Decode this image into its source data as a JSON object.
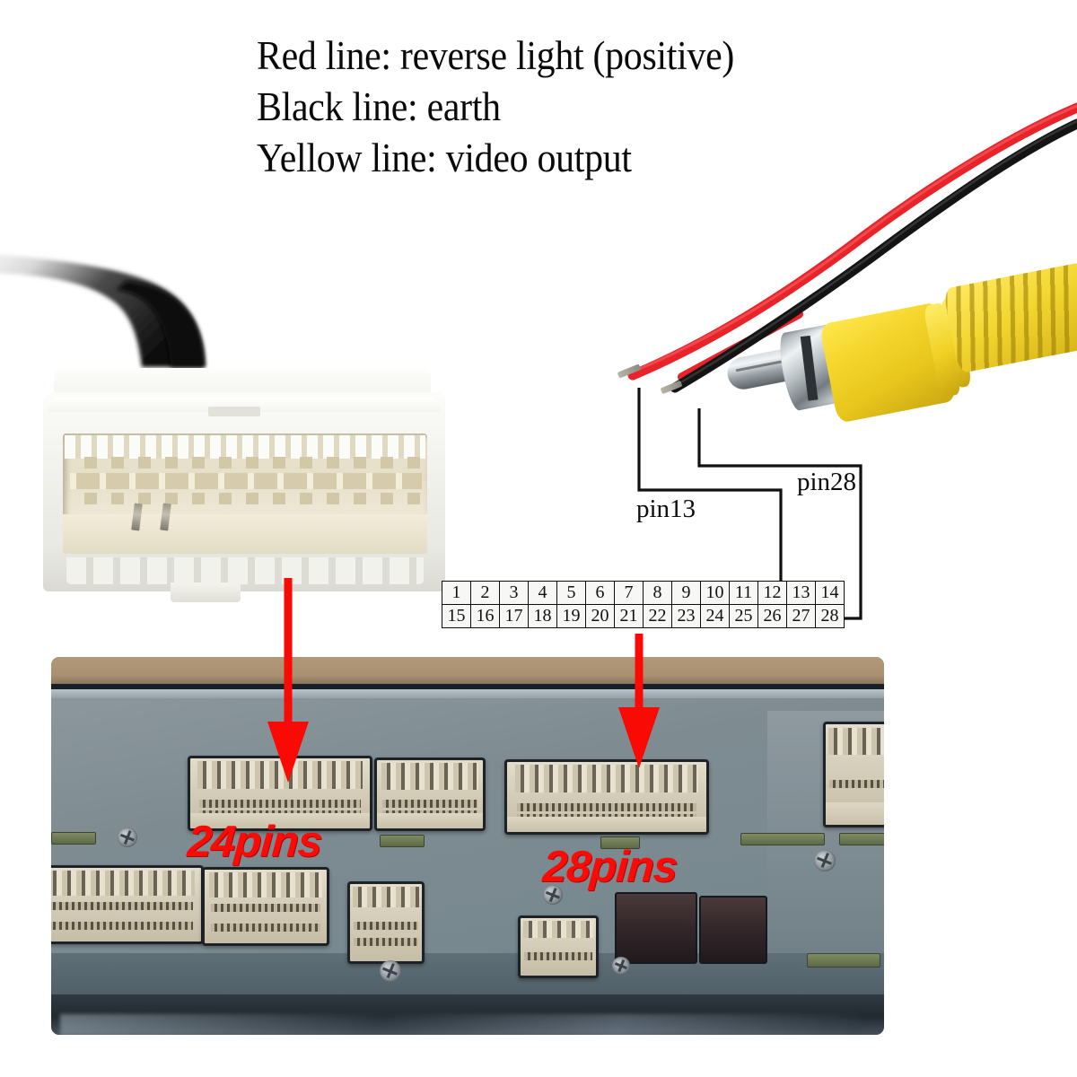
{
  "legend": {
    "lines": [
      "Red line: reverse light (positive)",
      "Black line: earth",
      "Yellow line: video output"
    ]
  },
  "pin_table": {
    "rows": [
      [
        "1",
        "2",
        "3",
        "4",
        "5",
        "6",
        "7",
        "8",
        "9",
        "10",
        "11",
        "12",
        "13",
        "14"
      ],
      [
        "15",
        "16",
        "17",
        "18",
        "19",
        "20",
        "21",
        "22",
        "23",
        "24",
        "25",
        "26",
        "27",
        "28"
      ]
    ]
  },
  "callouts": {
    "pin13": "pin13",
    "pin28": "pin28"
  },
  "photo_captions": {
    "left": "24pins",
    "right": "28pins"
  },
  "colors": {
    "red_wire": "#e8232a",
    "black_wire": "#141414",
    "yellow_plug": "#f5d62d",
    "arrow_red": "#fa0a05",
    "caption_red": "#fb0a06",
    "connector_white": "#fcfcfa",
    "chassis_grey": "#7e8c92"
  },
  "parts": {
    "connector_label": "white 28-pin harness connector",
    "rca_label": "yellow RCA video plug",
    "red_wire_label": "red wire",
    "black_wire_label": "black wire",
    "photo_label": "car head unit rear panel photo"
  }
}
